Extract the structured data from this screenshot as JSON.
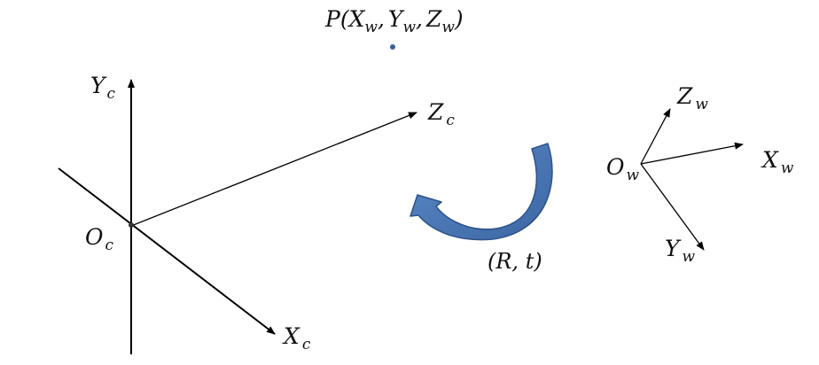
{
  "point_label": {
    "base": "P",
    "paren_open": "(",
    "x": "X",
    "x_sub": "w",
    "sep1": ",",
    "y": "Y",
    "y_sub": "w",
    "sep2": ",",
    "z": "Z",
    "z_sub": "w",
    "paren_close": ")"
  },
  "camera_frame": {
    "origin": {
      "main": "O",
      "sub": "c"
    },
    "x_axis": {
      "main": "X",
      "sub": "c"
    },
    "y_axis": {
      "main": "Y",
      "sub": "c"
    },
    "z_axis": {
      "main": "Z",
      "sub": "c"
    }
  },
  "world_frame": {
    "origin": {
      "main": "O",
      "sub": "w"
    },
    "x_axis": {
      "main": "X",
      "sub": "w"
    },
    "y_axis": {
      "main": "Y",
      "sub": "w"
    },
    "z_axis": {
      "main": "Z",
      "sub": "w"
    }
  },
  "transform_label": "(R, t)",
  "colors": {
    "arrow_fill": "#4a78b8",
    "arrow_stroke": "#2e5288",
    "point": "#3a5f9a",
    "axis": "#000000"
  },
  "icons": {
    "rotation_arrow": "curved-arrow-icon"
  }
}
